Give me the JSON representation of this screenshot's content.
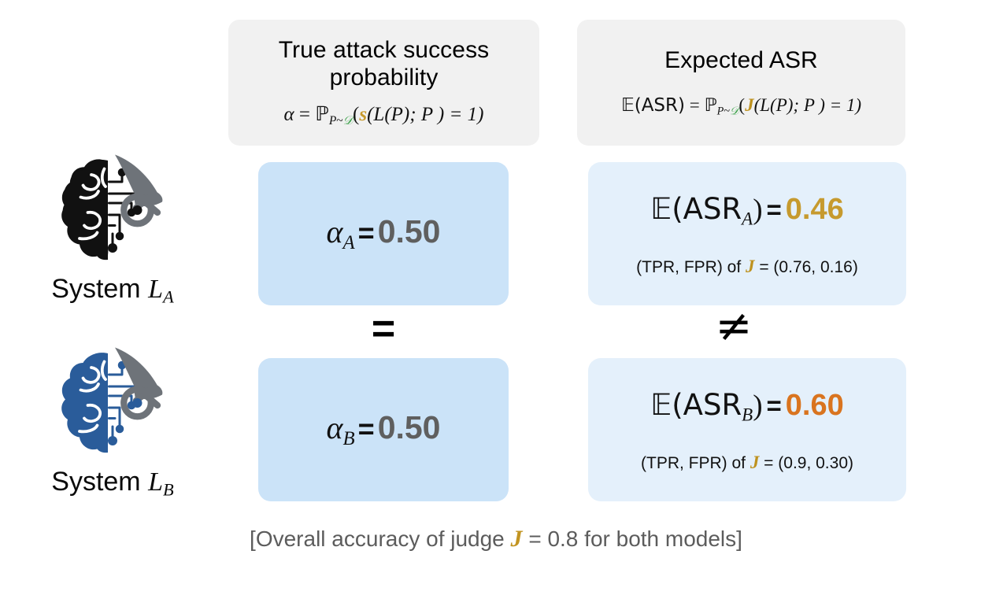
{
  "figure": {
    "type": "conceptual-diagram",
    "caption": {
      "prefix": "[Overall accuracy of judge ",
      "judge_symbol": "J",
      "suffix": " = 0.8 for both models]"
    }
  },
  "columns": [
    {
      "id": "true-asp",
      "title_line_1": "True attack success",
      "title_line_2": "probability",
      "formula": {
        "lhs": "α",
        "equals": "=",
        "prob": "ℙ",
        "subscript_p": "P",
        "subscript_tilde": "~",
        "subscript_d": "𝒟",
        "scorer_symbol": "s",
        "body": "(L(P); P ) = 1)"
      }
    },
    {
      "id": "expected-asr",
      "title_line_1": "Expected ASR",
      "title_line_2": "",
      "formula": {
        "lhs": "𝔼(ASR)",
        "equals": "=",
        "prob": "ℙ",
        "subscript_p": "P",
        "subscript_tilde": "~",
        "subscript_d": "𝒟",
        "judge_symbol": "J",
        "body": "(L(P); P ) = 1)"
      }
    }
  ],
  "systems": [
    {
      "id": "system-a",
      "label_prefix": "System ",
      "label_symbol": "L",
      "label_subscript": "A",
      "brain_color": "#111111",
      "sword_color": "#6E7379",
      "alpha": {
        "symbol": "α",
        "subscript": "A",
        "equals": "=",
        "value": "0.50",
        "value_color": "#5F5F5F"
      },
      "asr": {
        "expectation": "𝔼(ASR",
        "subscript": "A",
        "close": ")",
        "equals": "=",
        "value": "0.46",
        "value_color": "#C69A2E",
        "rates_prefix": "(TPR, FPR) of ",
        "judge_symbol": "J",
        "rates_value": " = (0.76, 0.16)"
      }
    },
    {
      "id": "system-b",
      "label_prefix": "System ",
      "label_symbol": "L",
      "label_subscript": "B",
      "brain_color": "#2A5C9A",
      "sword_color": "#6E7379",
      "alpha": {
        "symbol": "α",
        "subscript": "B",
        "equals": "=",
        "value": "0.50",
        "value_color": "#5F5F5F"
      },
      "asr": {
        "expectation": "𝔼(ASR",
        "subscript": "B",
        "close": ")",
        "equals": "=",
        "value": "0.60",
        "value_color": "#D9741F",
        "rates_prefix": "(TPR, FPR) of ",
        "judge_symbol": "J",
        "rates_value": "  = (0.9, 0.30)"
      }
    }
  ],
  "operators": {
    "alpha_comparison": "=",
    "asr_comparison": "≠"
  },
  "colors": {
    "header_box": "#F1F1F1",
    "alpha_box": "#CBE3F8",
    "asr_box": "#E4F0FB",
    "gold": "#C69A2E",
    "orange": "#D9741F",
    "green": "#3FA34D",
    "gray_value": "#5F5F5F",
    "caption_text": "#5C5C5C"
  }
}
